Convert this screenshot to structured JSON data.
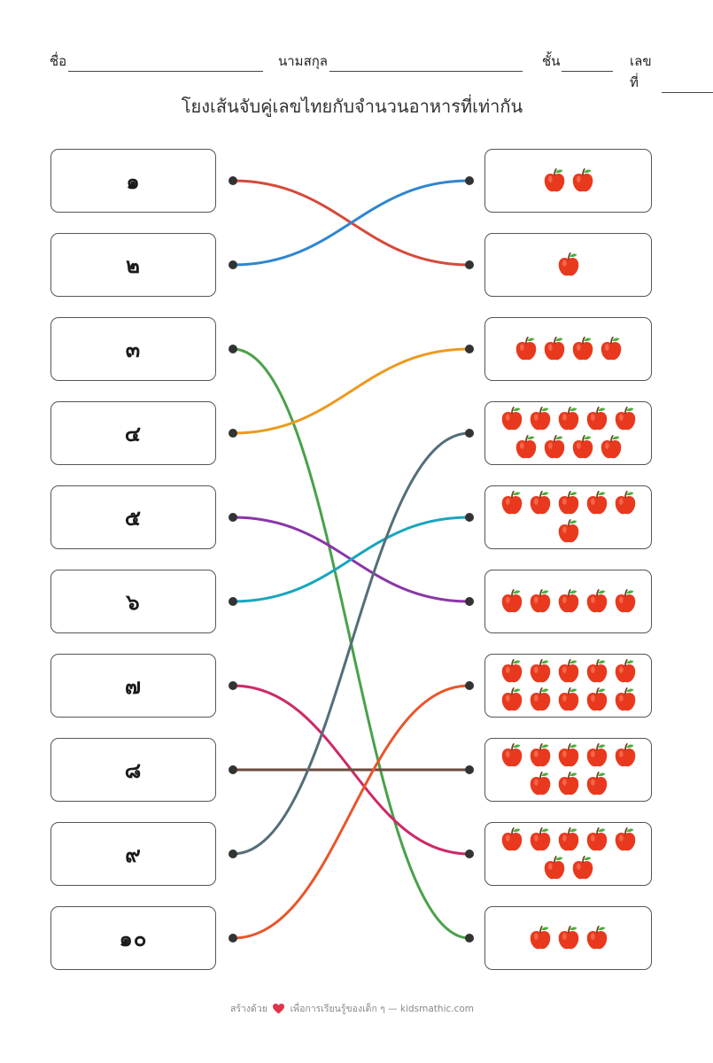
{
  "header": {
    "name_label": "ชื่อ",
    "surname_label": "นามสกุล",
    "class_label": "ชั้น",
    "number_label": "เลขที่"
  },
  "title": "โยงเส้นจับคู่เลขไทยกับจำนวนอาหารที่เท่ากัน",
  "left_numbers": [
    "๑",
    "๒",
    "๓",
    "๔",
    "๕",
    "๖",
    "๗",
    "๘",
    "๙",
    "๑๐"
  ],
  "right_apple_counts": [
    2,
    1,
    4,
    9,
    6,
    5,
    10,
    8,
    7,
    3
  ],
  "matches": [
    {
      "from": 0,
      "to": 1,
      "color": "#d44a3c"
    },
    {
      "from": 1,
      "to": 0,
      "color": "#2f86d1"
    },
    {
      "from": 2,
      "to": 9,
      "color": "#4aa14a"
    },
    {
      "from": 3,
      "to": 2,
      "color": "#ec9a1e"
    },
    {
      "from": 4,
      "to": 5,
      "color": "#8a35a8"
    },
    {
      "from": 5,
      "to": 4,
      "color": "#17a6bd"
    },
    {
      "from": 6,
      "to": 8,
      "color": "#cc2a68"
    },
    {
      "from": 7,
      "to": 7,
      "color": "#6b4a3d"
    },
    {
      "from": 8,
      "to": 3,
      "color": "#546e7a"
    },
    {
      "from": 9,
      "to": 6,
      "color": "#e8562a"
    }
  ],
  "apple_icon": "apple-icon",
  "colors": {
    "apple": "#e8391e",
    "leaf": "#4caf3c",
    "dot": "#333333"
  },
  "footer": {
    "text_before": "สร้างด้วย",
    "text_after": "เพื่อการเรียนรู้ของเด็ก ๆ — kidsmathic.com",
    "heart_icon": "heart-icon"
  }
}
